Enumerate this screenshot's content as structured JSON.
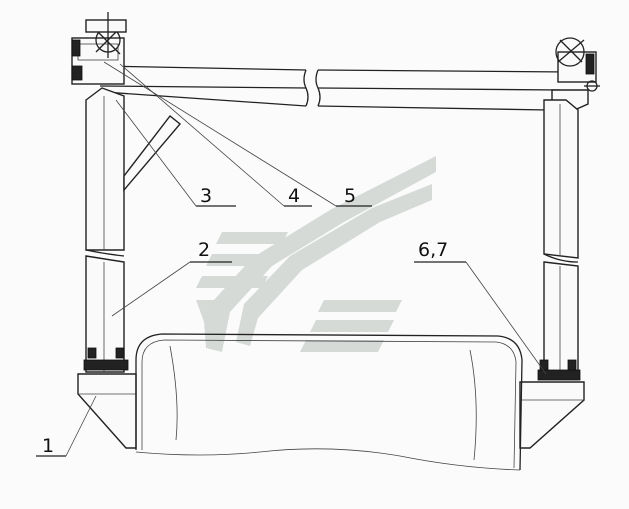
{
  "callouts": [
    {
      "id": "1",
      "label": "1"
    },
    {
      "id": "2",
      "label": "2"
    },
    {
      "id": "3",
      "label": "3"
    },
    {
      "id": "4",
      "label": "4"
    },
    {
      "id": "5",
      "label": "5"
    },
    {
      "id": "6-7",
      "label": "6,7"
    }
  ],
  "watermark": {
    "color": "#b8c0bb",
    "icon": "company-logo"
  }
}
